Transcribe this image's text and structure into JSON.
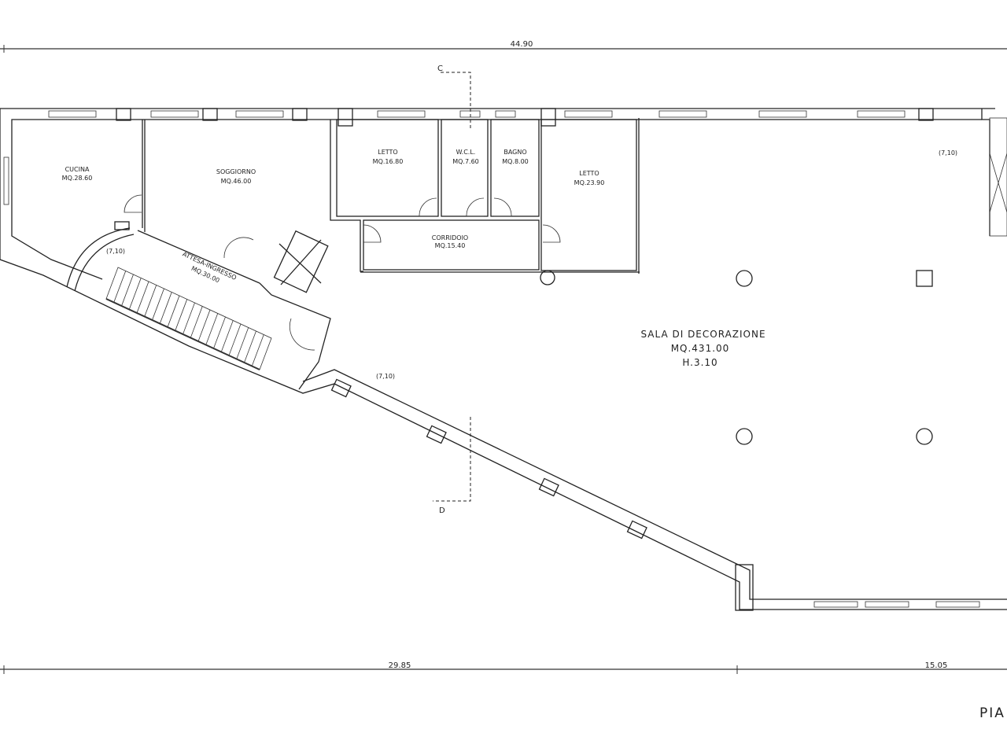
{
  "dimensions": {
    "total_width": "44.90",
    "left_segment": "29.85",
    "right_segment": "15.05"
  },
  "sections": {
    "top": "C",
    "bottom": "D"
  },
  "rooms": [
    {
      "name": "CUCINA",
      "area": "MQ.28.60"
    },
    {
      "name": "SOGGIORNO",
      "area": "MQ.46.00"
    },
    {
      "name": "LETTO",
      "area": "MQ.16.80"
    },
    {
      "name": "W.C.L.",
      "area": "MQ.7.60"
    },
    {
      "name": "BAGNO",
      "area": "MQ.8.00"
    },
    {
      "name": "LETTO",
      "area": "MQ.23.90"
    },
    {
      "name": "CORRIDOIO",
      "area": "MQ.15.40"
    },
    {
      "name": "ATTESA-INGRESSO",
      "area": "MQ.30.00"
    }
  ],
  "hall": {
    "name": "SALA  DI  DECORAZIONE",
    "area": "MQ.431.00",
    "height": "H.3.10"
  },
  "levels": [
    "(7,10)",
    "(7,10)",
    "(7,10)"
  ],
  "floor_label": "PIA"
}
